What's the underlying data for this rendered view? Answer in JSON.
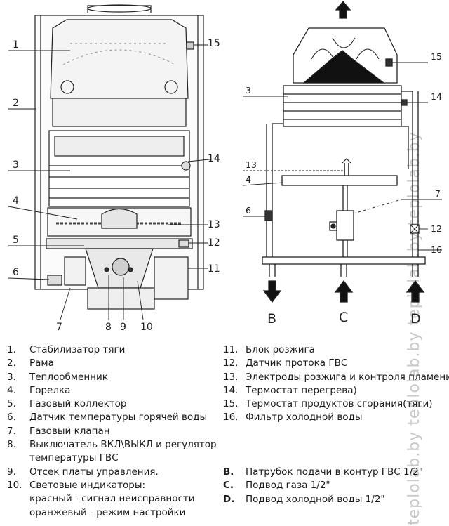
{
  "watermark": "teplolab.by teplolab.by teplolab.by teplolab.by",
  "left_callouts": [
    "1",
    "2",
    "3",
    "4",
    "5",
    "6",
    "7",
    "8",
    "9",
    "10",
    "11",
    "12",
    "13",
    "14",
    "15"
  ],
  "right_callouts": [
    "3",
    "4",
    "6",
    "7",
    "12",
    "13",
    "14",
    "15",
    "16"
  ],
  "flow_labels": {
    "b": "B",
    "c": "C",
    "d": "D"
  },
  "legend_left": [
    {
      "n": "1.",
      "text": "Стабилизатор тяги"
    },
    {
      "n": "2.",
      "text": "Рама"
    },
    {
      "n": "3.",
      "text": "Теплообменник"
    },
    {
      "n": "4.",
      "text": "Горелка"
    },
    {
      "n": "5.",
      "text": "Газовый коллектор"
    },
    {
      "n": "6.",
      "text": "Датчик температуры горячей воды"
    },
    {
      "n": "7.",
      "text": "Газовый клапан"
    },
    {
      "n": "8.",
      "text": "Выключатель ВКЛ\\ВЫКЛ и регулятор",
      "cont": "температуры ГВС"
    },
    {
      "n": "9.",
      "text": "Отсек платы управления."
    },
    {
      "n": "10.",
      "text": "Световые индикаторы:",
      "cont": "красный -  сигнал неисправности",
      "cont2": "оранжевый - режим настройки"
    }
  ],
  "legend_right": [
    {
      "n": "11.",
      "text": "Блок розжига"
    },
    {
      "n": "12.",
      "text": "Датчик протока ГВС"
    },
    {
      "n": "13.",
      "text": "Электроды розжига и контроля пламени"
    },
    {
      "n": "14.",
      "text": "Термостат перегрева)"
    },
    {
      "n": "15.",
      "text": "Термостат продуктов сгорания(тяги)"
    },
    {
      "n": "16.",
      "text": "Фильтр холодной воды"
    }
  ],
  "legend_bottom": [
    {
      "n": "B.",
      "text": "Патрубок подачи в контур ГВС 1/2\""
    },
    {
      "n": "C.",
      "text": "Подвод газа 1/2\""
    },
    {
      "n": "D.",
      "text": "Подвод холодной воды 1/2\""
    }
  ]
}
